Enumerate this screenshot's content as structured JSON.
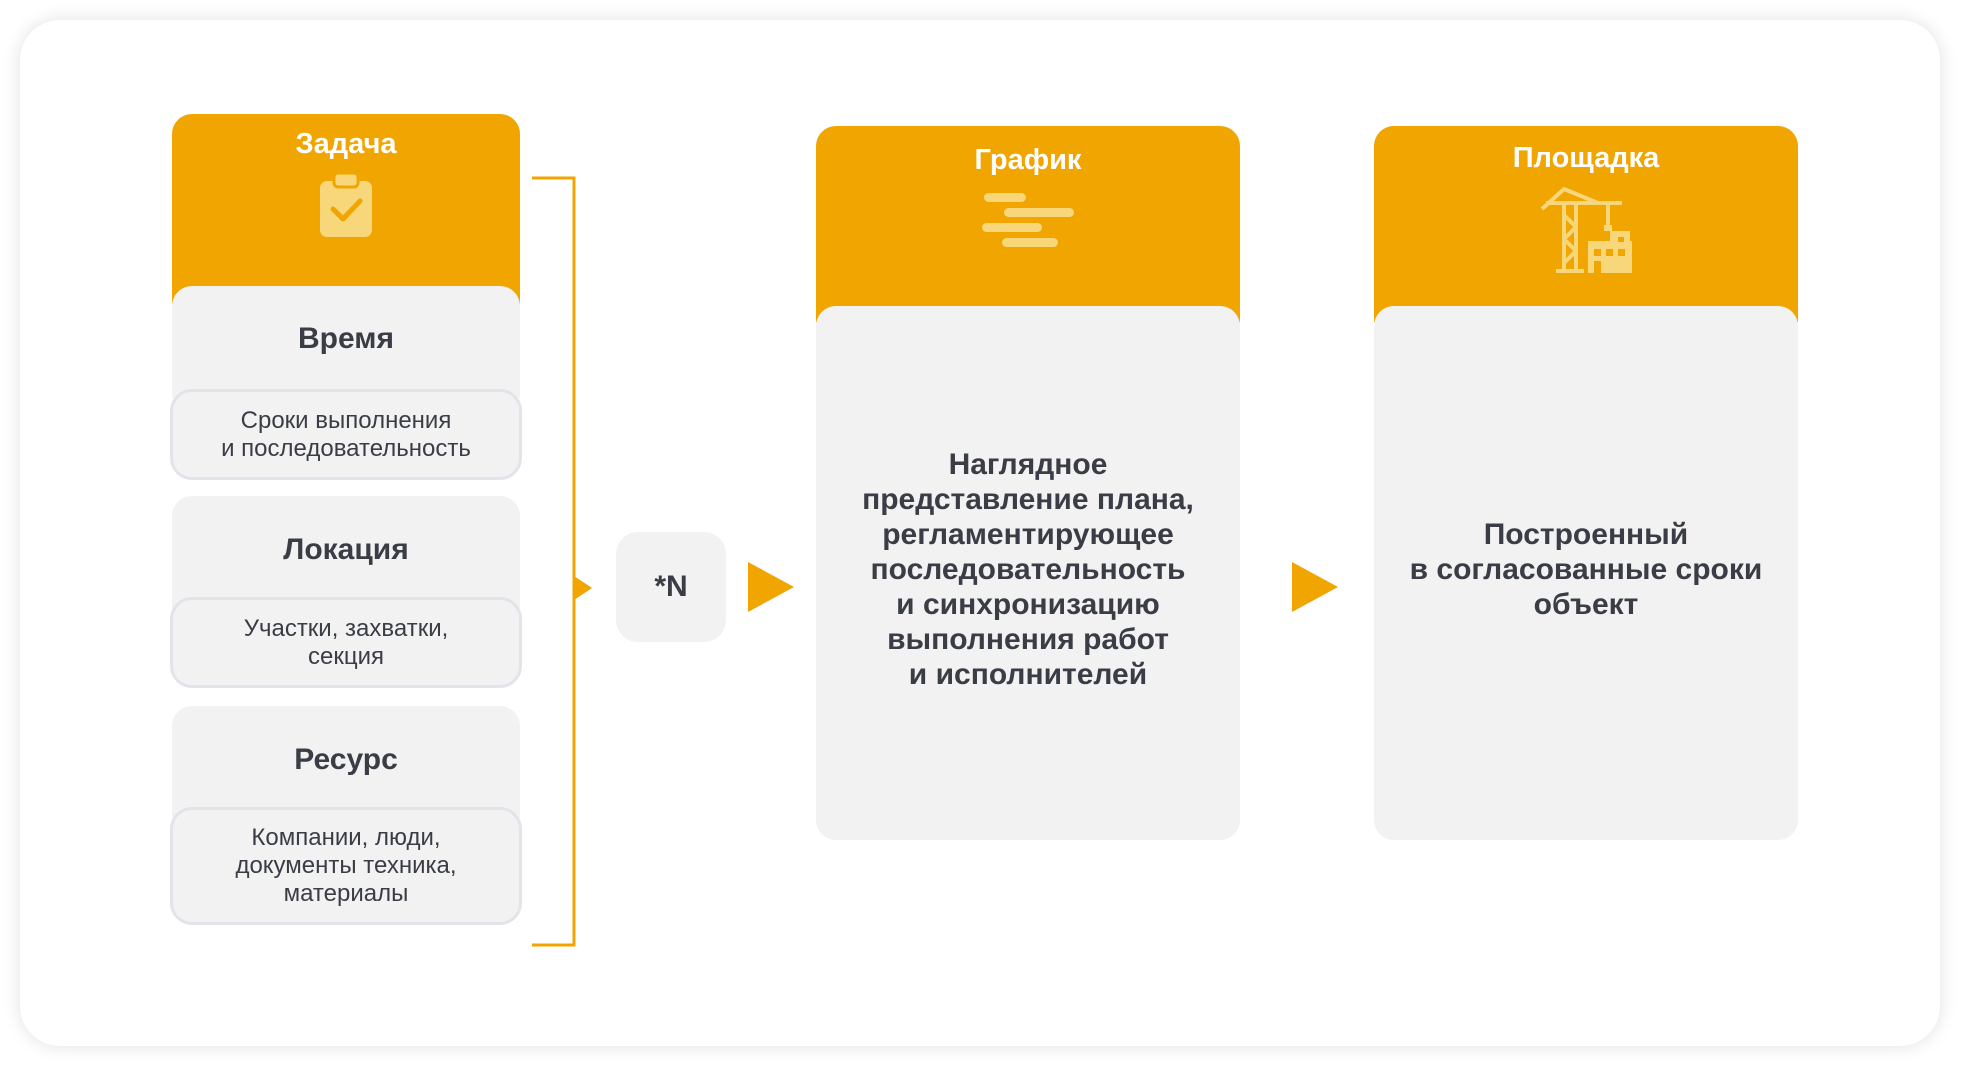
{
  "colors": {
    "accent": "#F0A500",
    "panel": "#F2F2F2",
    "text": "#3a3d45",
    "icon": "#F8D67A"
  },
  "task_card": {
    "title": "Задача",
    "icon": "clipboard-check-icon",
    "sections": [
      {
        "title": "Время",
        "description": "Сроки выполнения\nи последовательность"
      },
      {
        "title": "Локация",
        "description": "Участки, захватки,\nсекция"
      },
      {
        "title": "Ресурс",
        "description": "Компании, люди,\nдокументы техника,\nматериалы"
      }
    ]
  },
  "multiplier": {
    "label": "*N"
  },
  "schedule_card": {
    "title": "График",
    "icon": "gantt-bars-icon",
    "text": "Наглядное\nпредставление плана,\nрегламентирующее\nпоследовательность\nи синхронизацию\nвыполнения работ\nи исполнителей"
  },
  "site_card": {
    "title": "Площадка",
    "icon": "construction-crane-icon",
    "text": "Построенный\nв согласованные сроки\nобъект"
  }
}
